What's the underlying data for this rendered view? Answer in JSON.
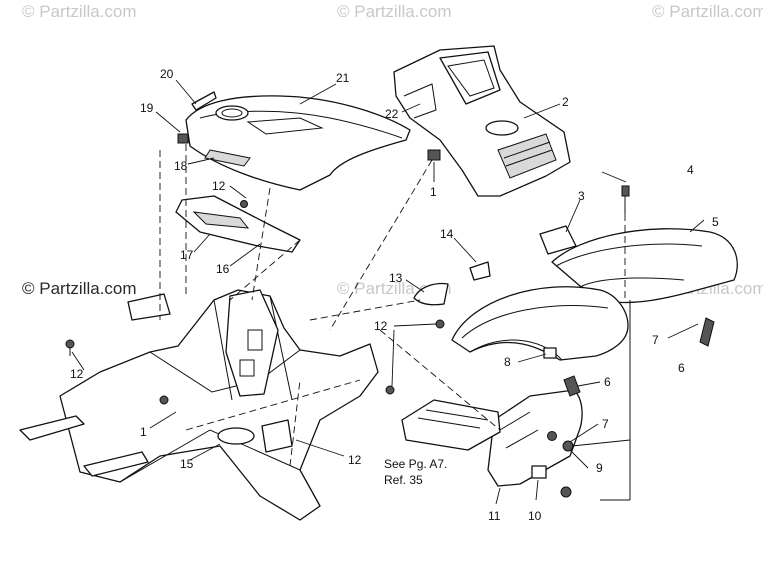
{
  "watermarks": [
    {
      "text": "© Partzilla.com",
      "tone": "light"
    },
    {
      "text": "© Partzilla.com",
      "tone": "light"
    },
    {
      "text": "© Partzilla.com",
      "tone": "light"
    },
    {
      "text": "© Partzilla.com",
      "tone": "dark"
    },
    {
      "text": "© Partzilla.com",
      "tone": "light"
    },
    {
      "text": "© Partzilla.com",
      "tone": "light"
    }
  ],
  "callouts": [
    "20",
    "21",
    "19",
    "22",
    "2",
    "18",
    "1",
    "12",
    "4",
    "3",
    "5",
    "17",
    "16",
    "14",
    "13",
    "12",
    "7",
    "6",
    "12",
    "8",
    "6",
    "7",
    "1",
    "15",
    "12",
    "9",
    "11",
    "10"
  ],
  "reference_note": {
    "line1": "See Pg. A7.",
    "line2": "Ref. 35"
  },
  "colors": {
    "ink": "#111111",
    "watermark": "#c8c8c8",
    "paper": "#ffffff"
  }
}
